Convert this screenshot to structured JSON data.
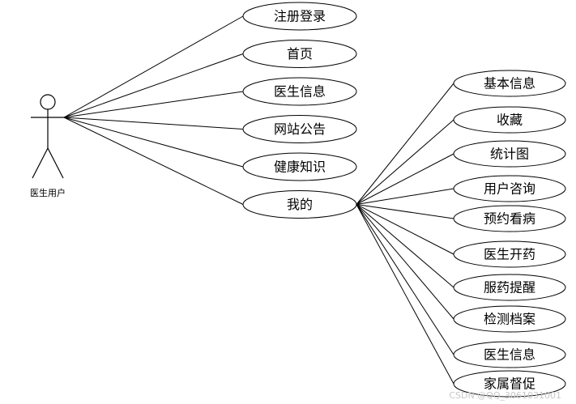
{
  "actor": {
    "label": "医生用户"
  },
  "top_level": [
    "注册登录",
    "首页",
    "医生信息",
    "网站公告",
    "健康知识",
    "我的"
  ],
  "sub_level": [
    "基本信息",
    "收藏",
    "统计图",
    "用户咨询",
    "预约看病",
    "医生开药",
    "服药提醒",
    "检测档案",
    "医生信息",
    "家属督促"
  ],
  "watermark": "CSDN @QQ_3061031001",
  "colors": {
    "stroke": "#000000",
    "fill": "#ffffff",
    "watermark": "#c8c8c8"
  }
}
